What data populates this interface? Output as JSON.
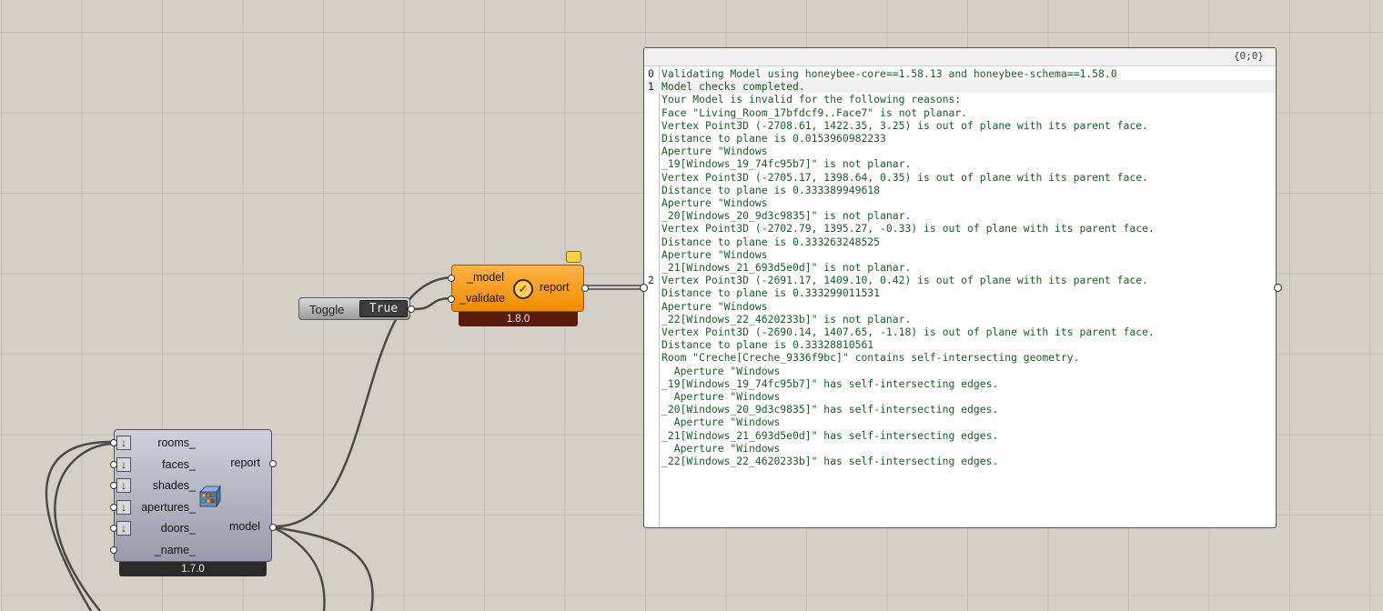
{
  "toggle": {
    "label": "Toggle",
    "value": "True"
  },
  "validate_component": {
    "inputs": [
      "_model",
      "_validate"
    ],
    "output": "report",
    "version": "1.8.0",
    "icon": "check-circle-icon"
  },
  "panel": {
    "path": "{0;0}",
    "lines": [
      {
        "index": "0",
        "text": "Validating Model using honeybee-core==1.58.13 and honeybee-schema==1.58.0"
      },
      {
        "index": "1",
        "text": "Model checks completed."
      },
      {
        "index": "",
        "text": "Your Model is invalid for the following reasons:"
      },
      {
        "index": "",
        "text": "Face \"Living_Room_17bfdcf9..Face7\" is not planar."
      },
      {
        "index": "",
        "text": "Vertex Point3D (-2708.61, 1422.35, 3.25) is out of plane with its parent face."
      },
      {
        "index": "",
        "text": "Distance to plane is 0.0153960982233"
      },
      {
        "index": "",
        "text": "Aperture \"Windows"
      },
      {
        "index": "",
        "text": "_19[Windows_19_74fc95b7]\" is not planar."
      },
      {
        "index": "",
        "text": "Vertex Point3D (-2705.17, 1398.64, 0.35) is out of plane with its parent face."
      },
      {
        "index": "",
        "text": "Distance to plane is 0.333389949618"
      },
      {
        "index": "",
        "text": "Aperture \"Windows"
      },
      {
        "index": "",
        "text": "_20[Windows_20_9d3c9835]\" is not planar."
      },
      {
        "index": "",
        "text": "Vertex Point3D (-2702.79, 1395.27, -0.33) is out of plane with its parent face."
      },
      {
        "index": "",
        "text": "Distance to plane is 0.333263248525"
      },
      {
        "index": "",
        "text": "Aperture \"Windows"
      },
      {
        "index": "",
        "text": "_21[Windows_21_693d5e0d]\" is not planar."
      },
      {
        "index": "2",
        "text": "Vertex Point3D (-2691.17, 1409.10, 0.42) is out of plane with its parent face."
      },
      {
        "index": "",
        "text": "Distance to plane is 0.333299011531"
      },
      {
        "index": "",
        "text": "Aperture \"Windows"
      },
      {
        "index": "",
        "text": "_22[Windows_22_4620233b]\" is not planar."
      },
      {
        "index": "",
        "text": "Vertex Point3D (-2690.14, 1407.65, -1.18) is out of plane with its parent face."
      },
      {
        "index": "",
        "text": "Distance to plane is 0.33328810561"
      },
      {
        "index": "",
        "text": "Room \"Creche[Creche_9336f9bc]\" contains self-intersecting geometry."
      },
      {
        "index": "",
        "text": "  Aperture \"Windows"
      },
      {
        "index": "",
        "text": "_19[Windows_19_74fc95b7]\" has self-intersecting edges."
      },
      {
        "index": "",
        "text": "  Aperture \"Windows"
      },
      {
        "index": "",
        "text": "_20[Windows_20_9d3c9835]\" has self-intersecting edges."
      },
      {
        "index": "",
        "text": "  Aperture \"Windows"
      },
      {
        "index": "",
        "text": "_21[Windows_21_693d5e0d]\" has self-intersecting edges."
      },
      {
        "index": "",
        "text": "  Aperture \"Windows"
      },
      {
        "index": "",
        "text": "_22[Windows_22_4620233b]\" has self-intersecting edges."
      }
    ]
  },
  "model_component": {
    "inputs": [
      "rooms_",
      "faces_",
      "shades_",
      "apertures_",
      "doors_",
      "_name_"
    ],
    "outputs": [
      "report",
      "model"
    ],
    "version": "1.7.0",
    "icon": "honeybee-model-icon",
    "arrow_icon": "flatten-arrow-icon"
  },
  "colors": {
    "canvas": "#d4d0c8",
    "validate_component": "#f5a020",
    "model_component": "#a9aab8",
    "panel_text": "#1a5c2a"
  }
}
